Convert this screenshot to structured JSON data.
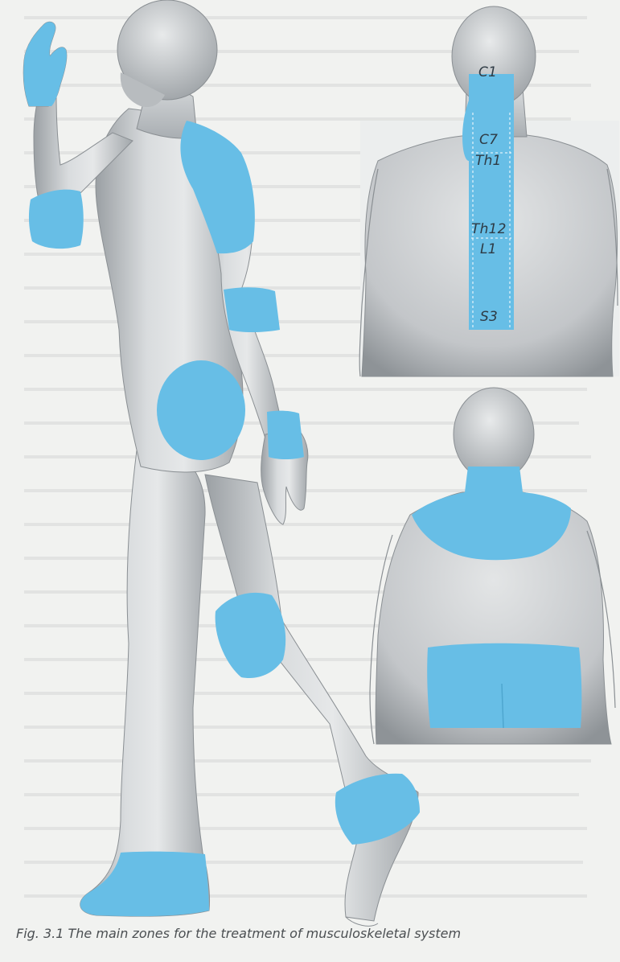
{
  "figure": {
    "caption": "Fig. 3.1 The main zones for the treatment of musculoskeletal system",
    "spine_labels": [
      "C1",
      "C7",
      "Th1",
      "Th12",
      "L1",
      "S3"
    ]
  },
  "colors": {
    "zone": "#67bee6",
    "skin_light": "#e3e5e6",
    "skin_mid": "#c2c5c8",
    "skin_dark": "#8e9397",
    "paper": "#f1f2f0"
  }
}
